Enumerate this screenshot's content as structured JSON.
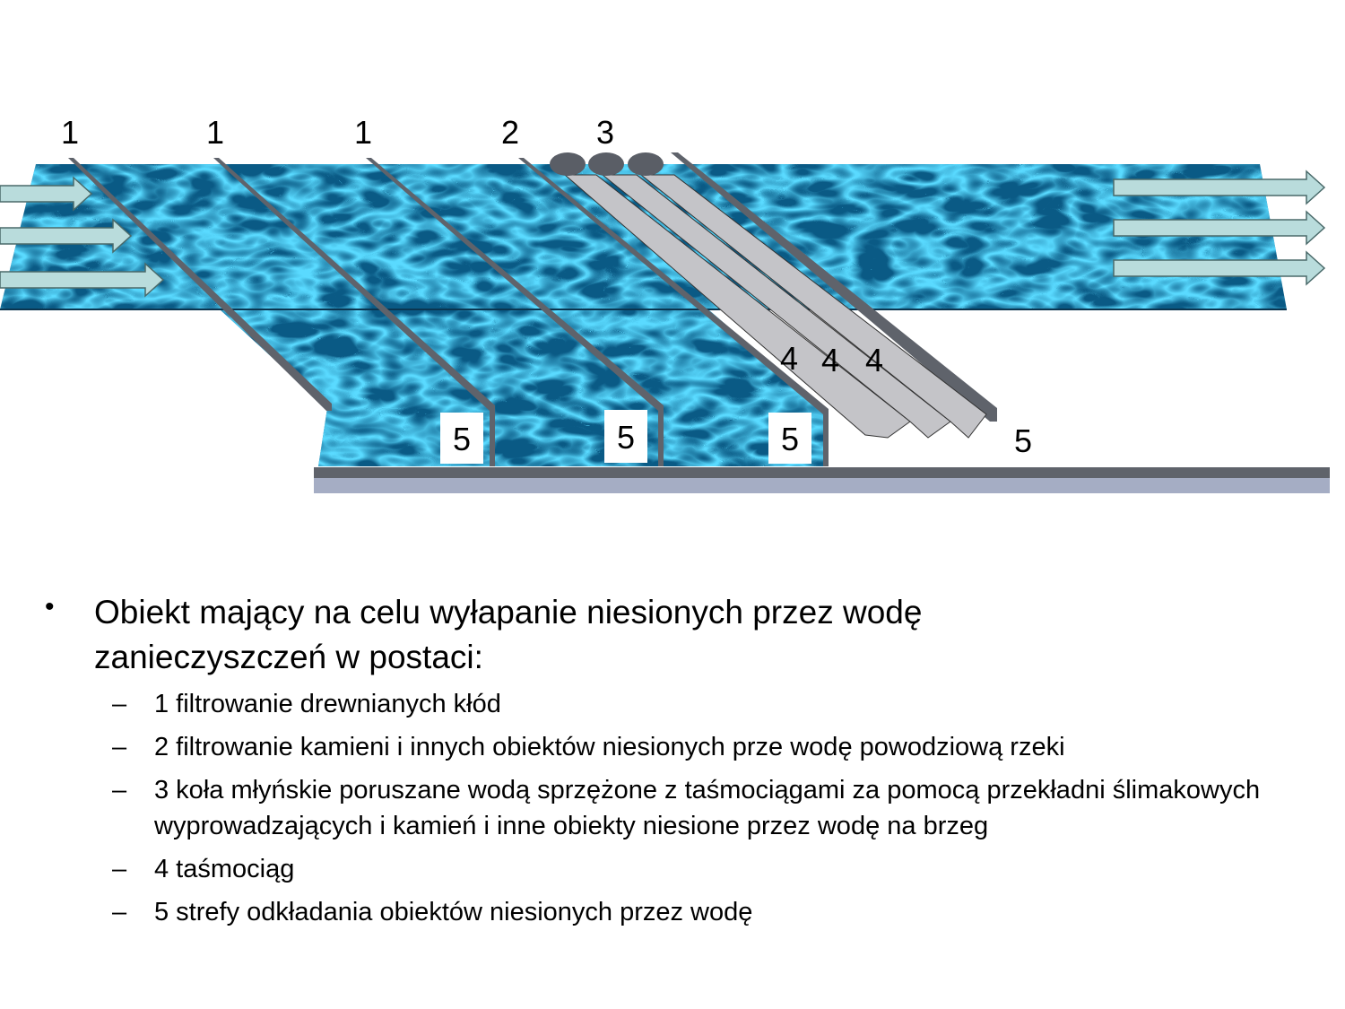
{
  "diagram": {
    "labels_top": [
      "1",
      "1",
      "1",
      "2",
      "3"
    ],
    "labels_belt": [
      "4",
      "4",
      "4"
    ],
    "labels_zone": [
      "5",
      "5",
      "5",
      "5"
    ],
    "colors": {
      "water": "#1aa8e8",
      "water_dark": "#06304a",
      "wall": "#5f636b",
      "belt": "#c4c4c8",
      "arrow": "#b9dcdc"
    }
  },
  "text": {
    "bullet": "•",
    "main": "Obiekt mający na celu wyłapanie niesionych przez wodę zanieczyszczeń w postaci:",
    "items": [
      "1 filtrowanie drewnianych kłód",
      "2 filtrowanie kamieni i innych obiektów niesionych prze wodę powodziową rzeki",
      "3 koła młyńskie poruszane wodą sprzężone z taśmociągami za pomocą przekładni ślimakowych wyprowadzających i kamień i inne obiekty niesione przez wodę na brzeg",
      "4 taśmociąg",
      "5 strefy odkładania obiektów niesionych przez wodę"
    ],
    "dash": "–"
  }
}
